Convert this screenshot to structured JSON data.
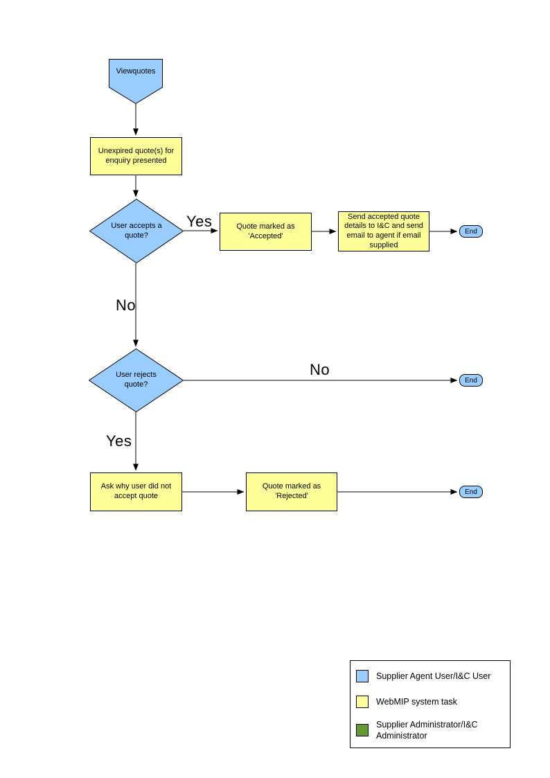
{
  "diagram": {
    "nodes": {
      "viewquotes": "Viewquotes",
      "unexpired_quotes": "Unexpired quote(s) for enquiry presented",
      "user_accepts": "User accepts a quote?",
      "quote_accepted": "Quote marked as 'Accepted'",
      "send_details": "Send accepted quote details to I&C and send email to agent if email supplied",
      "user_rejects": "User rejects quote?",
      "ask_why": "Ask why user did not accept quote",
      "quote_rejected": "Quote marked as 'Rejected'",
      "end": "End"
    },
    "edges": {
      "accept_yes": "Yes",
      "accept_no": "No",
      "reject_no": "No",
      "reject_yes": "Yes"
    },
    "legend": {
      "items": [
        {
          "label": "Supplier Agent User/I&C User",
          "color": "#99CCFF"
        },
        {
          "label": "WebMIP system task",
          "color": "#FFFF99"
        },
        {
          "label": "Supplier Administrator/I&C Administrator",
          "color": "#669933"
        }
      ]
    },
    "colors": {
      "user_node": "#99CCFF",
      "system_node": "#FFFF99",
      "admin_node": "#669933",
      "line": "#000000"
    }
  }
}
